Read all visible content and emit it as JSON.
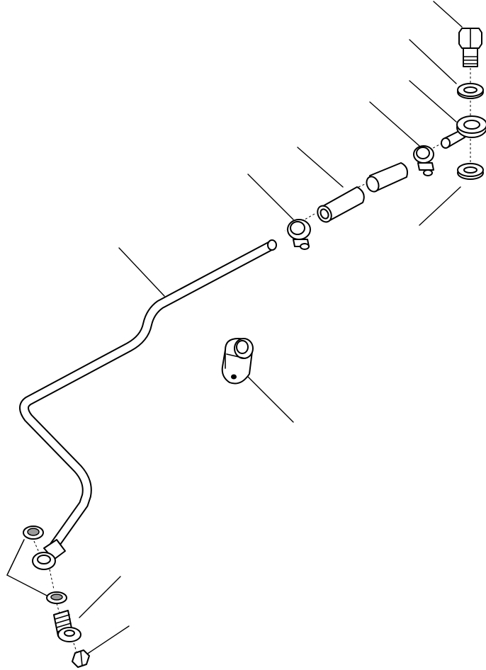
{
  "diagram": {
    "kind": "exploded parts view",
    "background": "#ffffff",
    "line_color": "#000000",
    "printed_text": [],
    "parts": [
      "banjo-bolt",
      "upper-washer",
      "banjo-fitting",
      "lower-washer",
      "hose-clamp-upper",
      "rubber-hose-short",
      "rubber-hose-long",
      "hose-clamp-lower",
      "oil-tube",
      "tube-support-clamp",
      "lower-washer-top",
      "lower-banjo-fitting",
      "lower-washer-bottom",
      "lower-banjo-bolt",
      "lower-bolt-head"
    ],
    "leader_lines": 11
  }
}
